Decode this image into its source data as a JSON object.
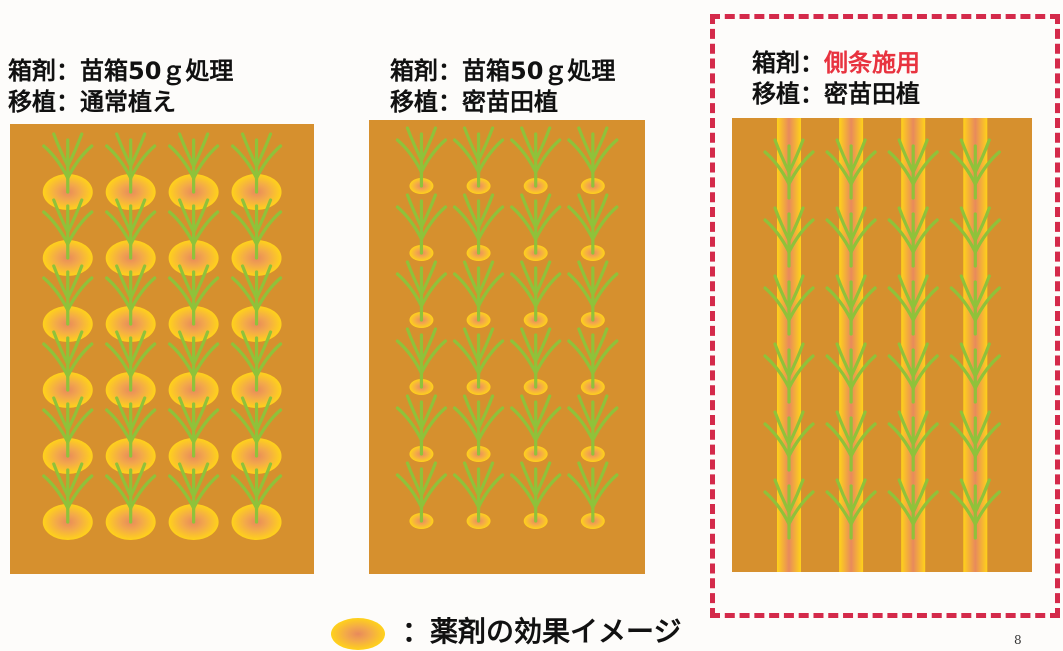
{
  "panels": [
    {
      "drug_prefix": "箱剤：",
      "drug_value": "苗箱50ｇ処理",
      "transplant_prefix": "移植：",
      "transplant_value": "通常植え",
      "application": "spots",
      "spot_size": "large",
      "highlighted": false
    },
    {
      "drug_prefix": "箱剤：",
      "drug_value": "苗箱50ｇ処理",
      "transplant_prefix": "移植：",
      "transplant_value": "密苗田植",
      "application": "spots",
      "spot_size": "small",
      "highlighted": false
    },
    {
      "drug_prefix": "箱剤：",
      "drug_value": "側条施用",
      "transplant_prefix": "移植：",
      "transplant_value": "密苗田植",
      "application": "side-strip",
      "highlighted": true
    }
  ],
  "legend": {
    "text": "：薬剤の効果イメージ"
  },
  "page_number": "8",
  "colors": {
    "soil": "#d6902e",
    "effect_outer": "#ffd21a",
    "effect_center": "#e88a5c",
    "seedling": "#8fc23a",
    "highlight": "#e8333f",
    "frame": "#d42a4a"
  }
}
